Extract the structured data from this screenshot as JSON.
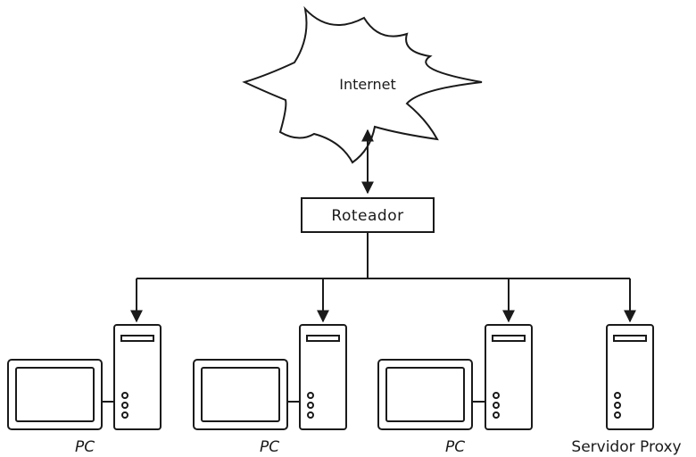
{
  "nodes": {
    "internet": {
      "label": "Internet"
    },
    "router": {
      "label": "Roteador"
    },
    "pc1": {
      "label": "PC"
    },
    "pc2": {
      "label": "PC"
    },
    "pc3": {
      "label": "PC"
    },
    "proxy": {
      "label": "Servidor Proxy"
    }
  },
  "colors": {
    "line": "#1a1a1a",
    "background": "#ffffff"
  }
}
